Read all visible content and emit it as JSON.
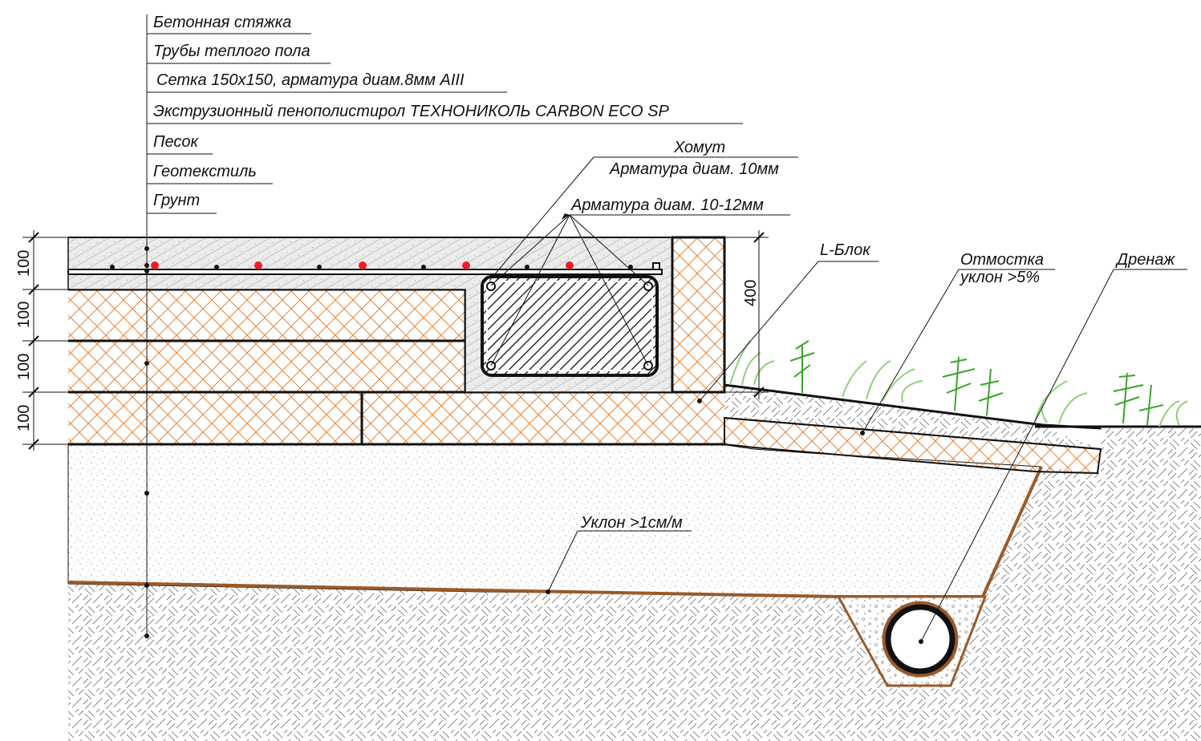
{
  "layer_labels": [
    "Бетонная стяжка",
    "Трубы теплого пола",
    "Сетка 150х150, арматура диам.8мм AIII",
    "Экструзионный пенополистирол ТЕХНОНИКОЛЬ CARBON ECO SP",
    "Песок",
    "Геотекстиль",
    "Грунт"
  ],
  "callouts": {
    "stirrup": "Хомут",
    "rebar10": "Арматура диам. 10мм",
    "rebar1012": "Арматура диам. 10-12мм",
    "lblock": "L-Блок",
    "blind_area": "Отмостка",
    "blind_area_slope": "уклон >5%",
    "drainage": "Дренаж",
    "slope": "Уклон >1см/м"
  },
  "dimensions": {
    "layer1": "100",
    "layer2": "100",
    "layer3": "100",
    "layer4": "100",
    "total": "400"
  },
  "colors": {
    "concrete": "#ebebeb",
    "insulation_hatch": "#e3741f",
    "geotextile": "#9a5a28",
    "soil_hatch": "#555555",
    "pipes": "#e8202a",
    "plants": "#3aa52a",
    "plants_light": "#8fd07a",
    "line": "#111111"
  }
}
